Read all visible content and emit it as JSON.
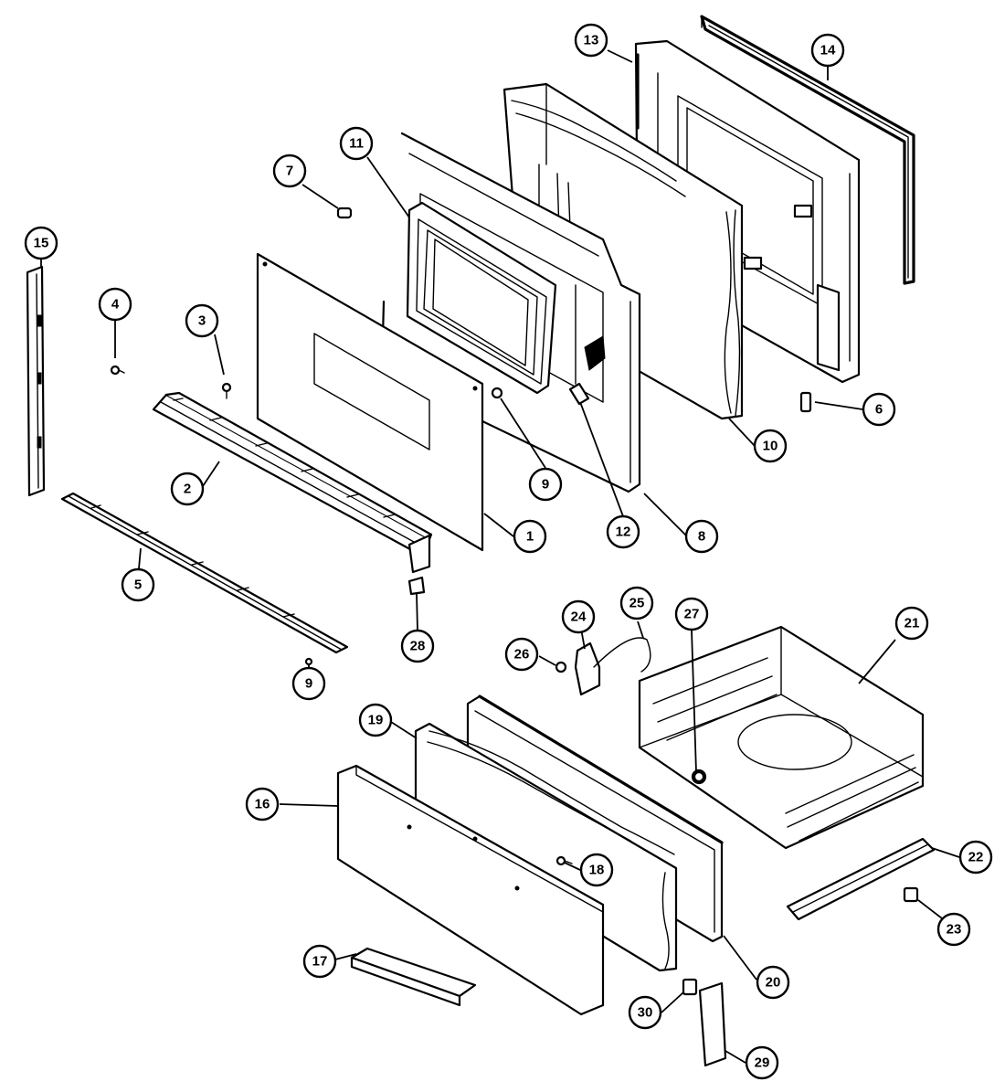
{
  "callouts": [
    {
      "id": "c1",
      "label": "1"
    },
    {
      "id": "c2",
      "label": "2"
    },
    {
      "id": "c3",
      "label": "3"
    },
    {
      "id": "c4",
      "label": "4"
    },
    {
      "id": "c5",
      "label": "5"
    },
    {
      "id": "c6",
      "label": "6"
    },
    {
      "id": "c7",
      "label": "7"
    },
    {
      "id": "c8",
      "label": "8"
    },
    {
      "id": "c9a",
      "label": "9"
    },
    {
      "id": "c9b",
      "label": "9"
    },
    {
      "id": "c10",
      "label": "10"
    },
    {
      "id": "c11",
      "label": "11"
    },
    {
      "id": "c12",
      "label": "12"
    },
    {
      "id": "c13",
      "label": "13"
    },
    {
      "id": "c14",
      "label": "14"
    },
    {
      "id": "c15",
      "label": "15"
    },
    {
      "id": "c16",
      "label": "16"
    },
    {
      "id": "c17",
      "label": "17"
    },
    {
      "id": "c18",
      "label": "18"
    },
    {
      "id": "c19",
      "label": "19"
    },
    {
      "id": "c20",
      "label": "20"
    },
    {
      "id": "c21",
      "label": "21"
    },
    {
      "id": "c22",
      "label": "22"
    },
    {
      "id": "c23",
      "label": "23"
    },
    {
      "id": "c24",
      "label": "24"
    },
    {
      "id": "c25",
      "label": "25"
    },
    {
      "id": "c26",
      "label": "26"
    },
    {
      "id": "c27",
      "label": "27"
    },
    {
      "id": "c28",
      "label": "28"
    },
    {
      "id": "c29",
      "label": "29"
    },
    {
      "id": "c30",
      "label": "30"
    }
  ]
}
